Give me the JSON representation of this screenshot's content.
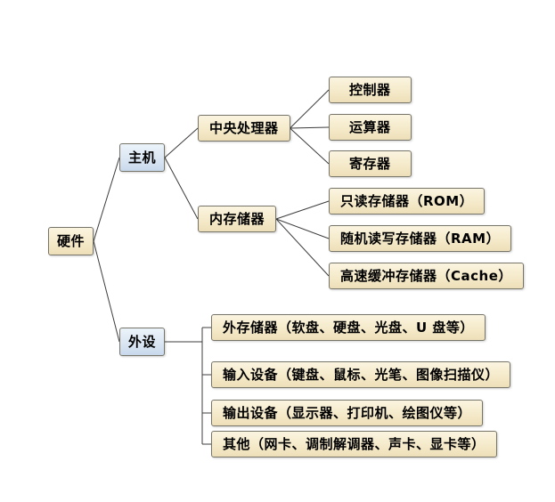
{
  "diagram": {
    "type": "tree",
    "root": {
      "label": "硬件"
    },
    "level1": [
      {
        "label": "主机"
      },
      {
        "label": "外设"
      }
    ],
    "host_children": [
      {
        "label": "中央处理器"
      },
      {
        "label": "内存储器"
      }
    ],
    "cpu_children": [
      {
        "label": "控制器"
      },
      {
        "label": "运算器"
      },
      {
        "label": "寄存器"
      }
    ],
    "memory_children": [
      {
        "label": "只读存储器（ROM）"
      },
      {
        "label": "随机读写存储器（RAM）"
      },
      {
        "label": "高速缓冲存储器（Cache）"
      }
    ],
    "peripheral_children": [
      {
        "label": "外存储器（软盘、硬盘、光盘、U 盘等）"
      },
      {
        "label": "输入设备（键盘、鼠标、光笔、图像扫描仪）"
      },
      {
        "label": "输出设备（显示器、打印机、绘图仪等）"
      },
      {
        "label": "其他（网卡、调制解调器、声卡、显卡等）"
      }
    ],
    "colors": {
      "background": "#ffffff",
      "node_fill": "#f4e9c8",
      "highlight_fill": "#d9e5f2",
      "node_border": "#77756a",
      "connector": "#3c3c3c",
      "text": "#000000"
    }
  }
}
